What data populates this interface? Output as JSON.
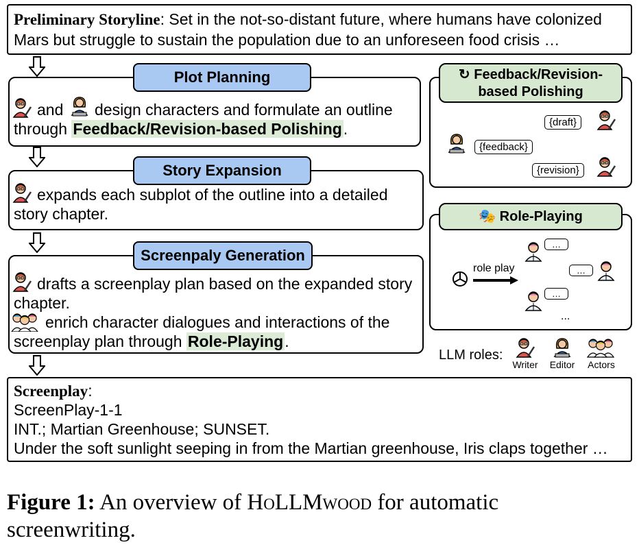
{
  "storyline": {
    "label": "Preliminary Storyline",
    "line1": ": Set in the not-so-distant future, where humans have colonized",
    "line2": "Mars but struggle to sustain the population due to an unforeseen food crisis …"
  },
  "plot_planning": {
    "title": "Plot Planning",
    "t1": "and",
    "t2": "design characters and formulate an outline",
    "t3": "through",
    "highlight": "Feedback/Revision-based Polishing",
    "t4": "."
  },
  "story_expansion": {
    "title": "Story Expansion",
    "line1": "expands each subplot of the outline into a detailed",
    "line2": "story chapter."
  },
  "screenplay_generation": {
    "title": "Screenpaly Generation",
    "line1": "drafts a screenplay plan based on the expanded story",
    "line2": "chapter.",
    "line3": "enrich character dialogues and interactions of the",
    "line4": "screenplay plan through",
    "highlight": "Role-Playing",
    "line4_end": "."
  },
  "feedback_panel": {
    "title_line1": "Feedback/Revision-",
    "title_line2": "based Polishing",
    "draft": "{draft}",
    "feedback": "{feedback}",
    "revision": "{revision}"
  },
  "roleplay_panel": {
    "title": "Role-Playing",
    "arrow_label": "role play",
    "dots": "…",
    "ellipsis": "..."
  },
  "legend": {
    "label": "LLM roles:",
    "writer": "Writer",
    "editor": "Editor",
    "actors": "Actors"
  },
  "screenplay": {
    "label": "Screenplay",
    "colon": ":",
    "line1": "ScreenPlay-1-1",
    "line2": "INT.; Martian Greenhouse; SUNSET.",
    "line3": "Under the soft sunlight seeping in from the Martian greenhouse, Iris claps together …"
  },
  "caption": {
    "fig": "Figure 1:",
    "pre": "An overview of",
    "name": "HoLLMwood",
    "post": "for automatic",
    "line2": "screenwriting."
  },
  "colors": {
    "stage_blue": "#a9c8f2",
    "green": "#d6e8d0",
    "highlight": "#dcebd6"
  }
}
